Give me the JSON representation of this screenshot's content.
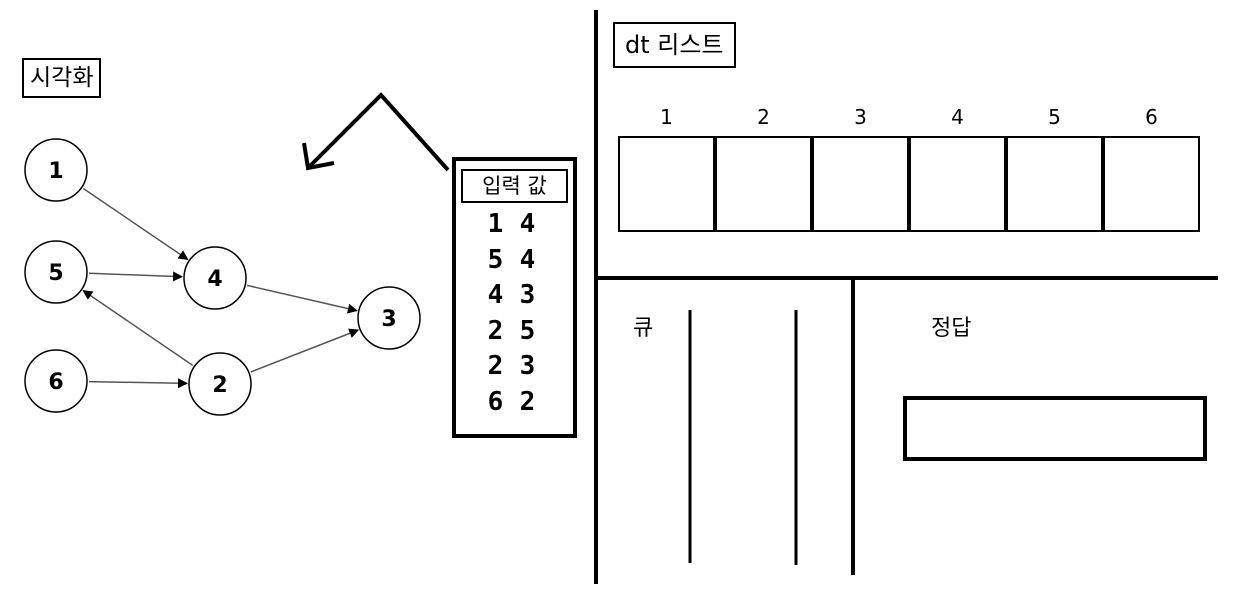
{
  "visualization": {
    "label": "시각화",
    "nodes": [
      {
        "id": "1",
        "label": "1"
      },
      {
        "id": "5",
        "label": "5"
      },
      {
        "id": "4",
        "label": "4"
      },
      {
        "id": "3",
        "label": "3"
      },
      {
        "id": "6",
        "label": "6"
      },
      {
        "id": "2",
        "label": "2"
      }
    ],
    "edges": [
      {
        "from": "1",
        "to": "4"
      },
      {
        "from": "5",
        "to": "4"
      },
      {
        "from": "4",
        "to": "3"
      },
      {
        "from": "2",
        "to": "5"
      },
      {
        "from": "2",
        "to": "3"
      },
      {
        "from": "6",
        "to": "2"
      }
    ]
  },
  "input_panel": {
    "title": "입력 값",
    "pairs": [
      [
        "1",
        "4"
      ],
      [
        "5",
        "4"
      ],
      [
        "4",
        "3"
      ],
      [
        "2",
        "5"
      ],
      [
        "2",
        "3"
      ],
      [
        "6",
        "2"
      ]
    ]
  },
  "dt_list": {
    "label": "dt 리스트",
    "indices": [
      "1",
      "2",
      "3",
      "4",
      "5",
      "6"
    ]
  },
  "queue": {
    "label": "큐"
  },
  "answer": {
    "label": "정답"
  }
}
